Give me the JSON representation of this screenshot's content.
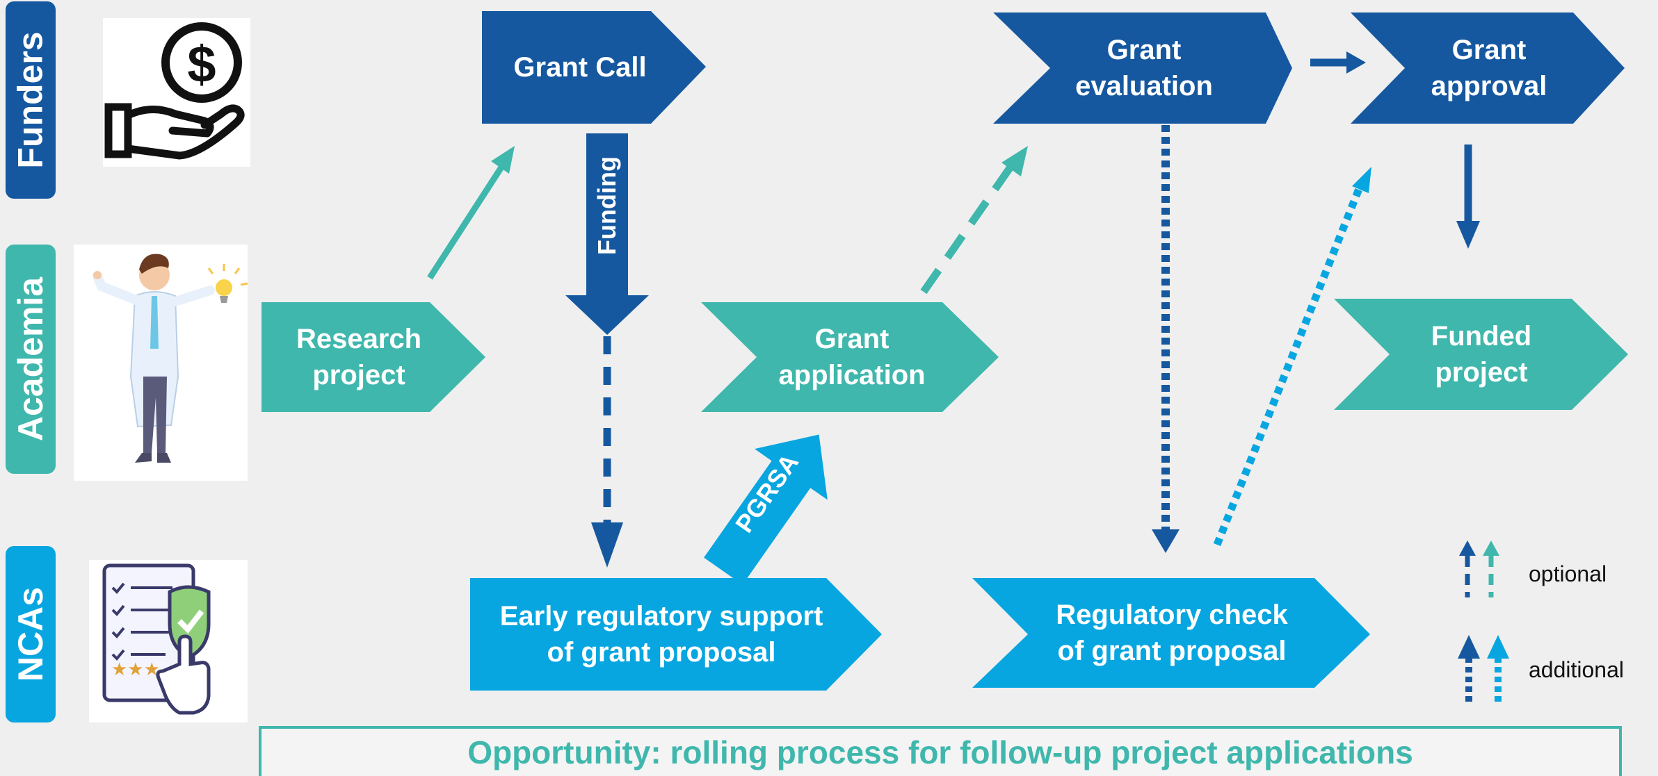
{
  "rows": {
    "funders": {
      "label": "Funders",
      "color": "#1558a0",
      "icon": "hand-dollar-icon"
    },
    "academia": {
      "label": "Academia",
      "color": "#3fb7ac",
      "icon": "scientist-icon"
    },
    "ncas": {
      "label": "NCAs",
      "color": "#08a6e0",
      "icon": "checklist-shield-icon"
    }
  },
  "steps": {
    "grant_call": "Grant Call",
    "grant_evaluation": "Grant\nevaluation",
    "grant_approval": "Grant\napproval",
    "research_project": "Research\nproject",
    "grant_application": "Grant\napplication",
    "funded_project": "Funded\nproject",
    "early_support": "Early regulatory support\nof grant proposal",
    "regulatory_check": "Regulatory check\nof grant proposal"
  },
  "arrows": {
    "funding": "Funding",
    "pgrsa": "PGRSA"
  },
  "legend": {
    "optional": "optional",
    "additional": "additional"
  },
  "banner": "Opportunity: rolling process for follow-up project applications",
  "colors": {
    "dark_blue": "#1558a0",
    "teal": "#3fb7ac",
    "light_blue": "#08a6e0",
    "background": "#efefef"
  }
}
